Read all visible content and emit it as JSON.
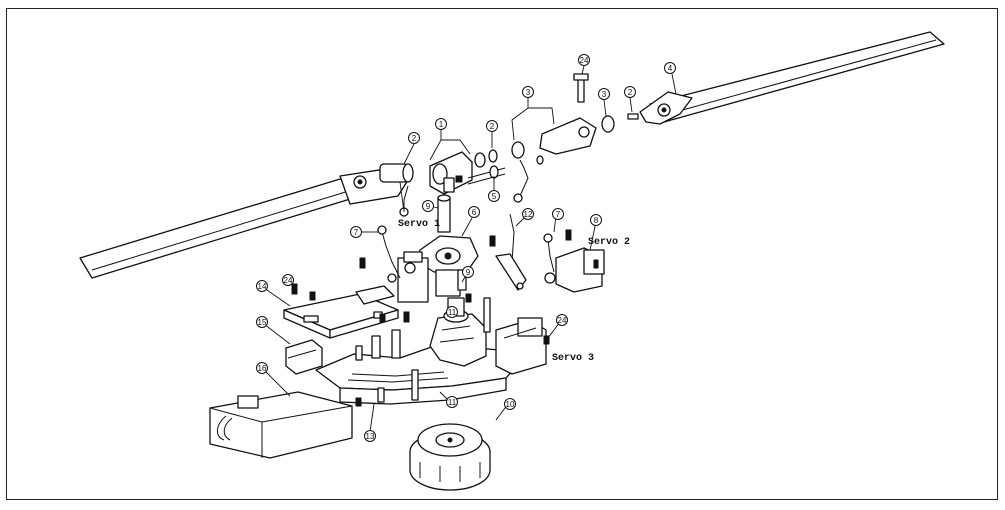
{
  "servo_labels": {
    "servo1": "Servo 1",
    "servo2": "Servo 2",
    "servo3": "Servo 3"
  },
  "callouts": [
    {
      "id": "c1",
      "text": "1"
    },
    {
      "id": "c2a",
      "text": "2"
    },
    {
      "id": "c2b",
      "text": "2"
    },
    {
      "id": "c2c",
      "text": "2"
    },
    {
      "id": "c3a",
      "text": "3"
    },
    {
      "id": "c3b",
      "text": "3"
    },
    {
      "id": "c4",
      "text": "4"
    },
    {
      "id": "c5",
      "text": "5"
    },
    {
      "id": "c6",
      "text": "6"
    },
    {
      "id": "c7a",
      "text": "7"
    },
    {
      "id": "c7b",
      "text": "7"
    },
    {
      "id": "c8",
      "text": "8"
    },
    {
      "id": "c9a",
      "text": "9"
    },
    {
      "id": "c9b",
      "text": "9"
    },
    {
      "id": "c10",
      "text": "10"
    },
    {
      "id": "c11a",
      "text": "11"
    },
    {
      "id": "c11b",
      "text": "11"
    },
    {
      "id": "c12",
      "text": "12"
    },
    {
      "id": "c13",
      "text": "13"
    },
    {
      "id": "c14",
      "text": "14"
    },
    {
      "id": "c15",
      "text": "15"
    },
    {
      "id": "c16",
      "text": "16"
    },
    {
      "id": "c24a",
      "text": "24"
    },
    {
      "id": "c24b",
      "text": "24"
    },
    {
      "id": "c24c",
      "text": "24"
    }
  ]
}
